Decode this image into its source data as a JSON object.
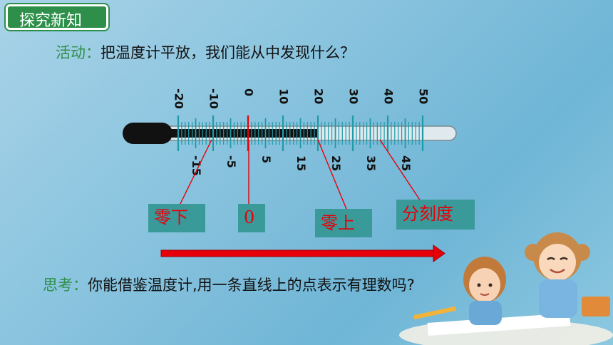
{
  "header": {
    "title": "探究新知"
  },
  "activity": {
    "label": "活动：",
    "text": "把温度计平放，我们能从中发现什么？"
  },
  "thermometer": {
    "top_numbers": [
      "-20",
      "-10",
      "0",
      "10",
      "20",
      "30",
      "40",
      "50"
    ],
    "bottom_numbers": [
      "-15",
      "-5",
      "5",
      "15",
      "25",
      "35",
      "45"
    ],
    "liquid_level": 20,
    "range": [
      -20,
      50
    ]
  },
  "tags": {
    "below_zero": "零下",
    "zero": "0",
    "above_zero": "零上",
    "scale": "分刻度"
  },
  "think": {
    "label": "思考：",
    "text": "你能借鉴温度计,用一条直线上的点表示有理数吗?"
  },
  "colors": {
    "green": "#2e8f4a",
    "red": "#e6000a",
    "tag_bg": "#3a9a9a",
    "tick": "#1e9aa8"
  }
}
